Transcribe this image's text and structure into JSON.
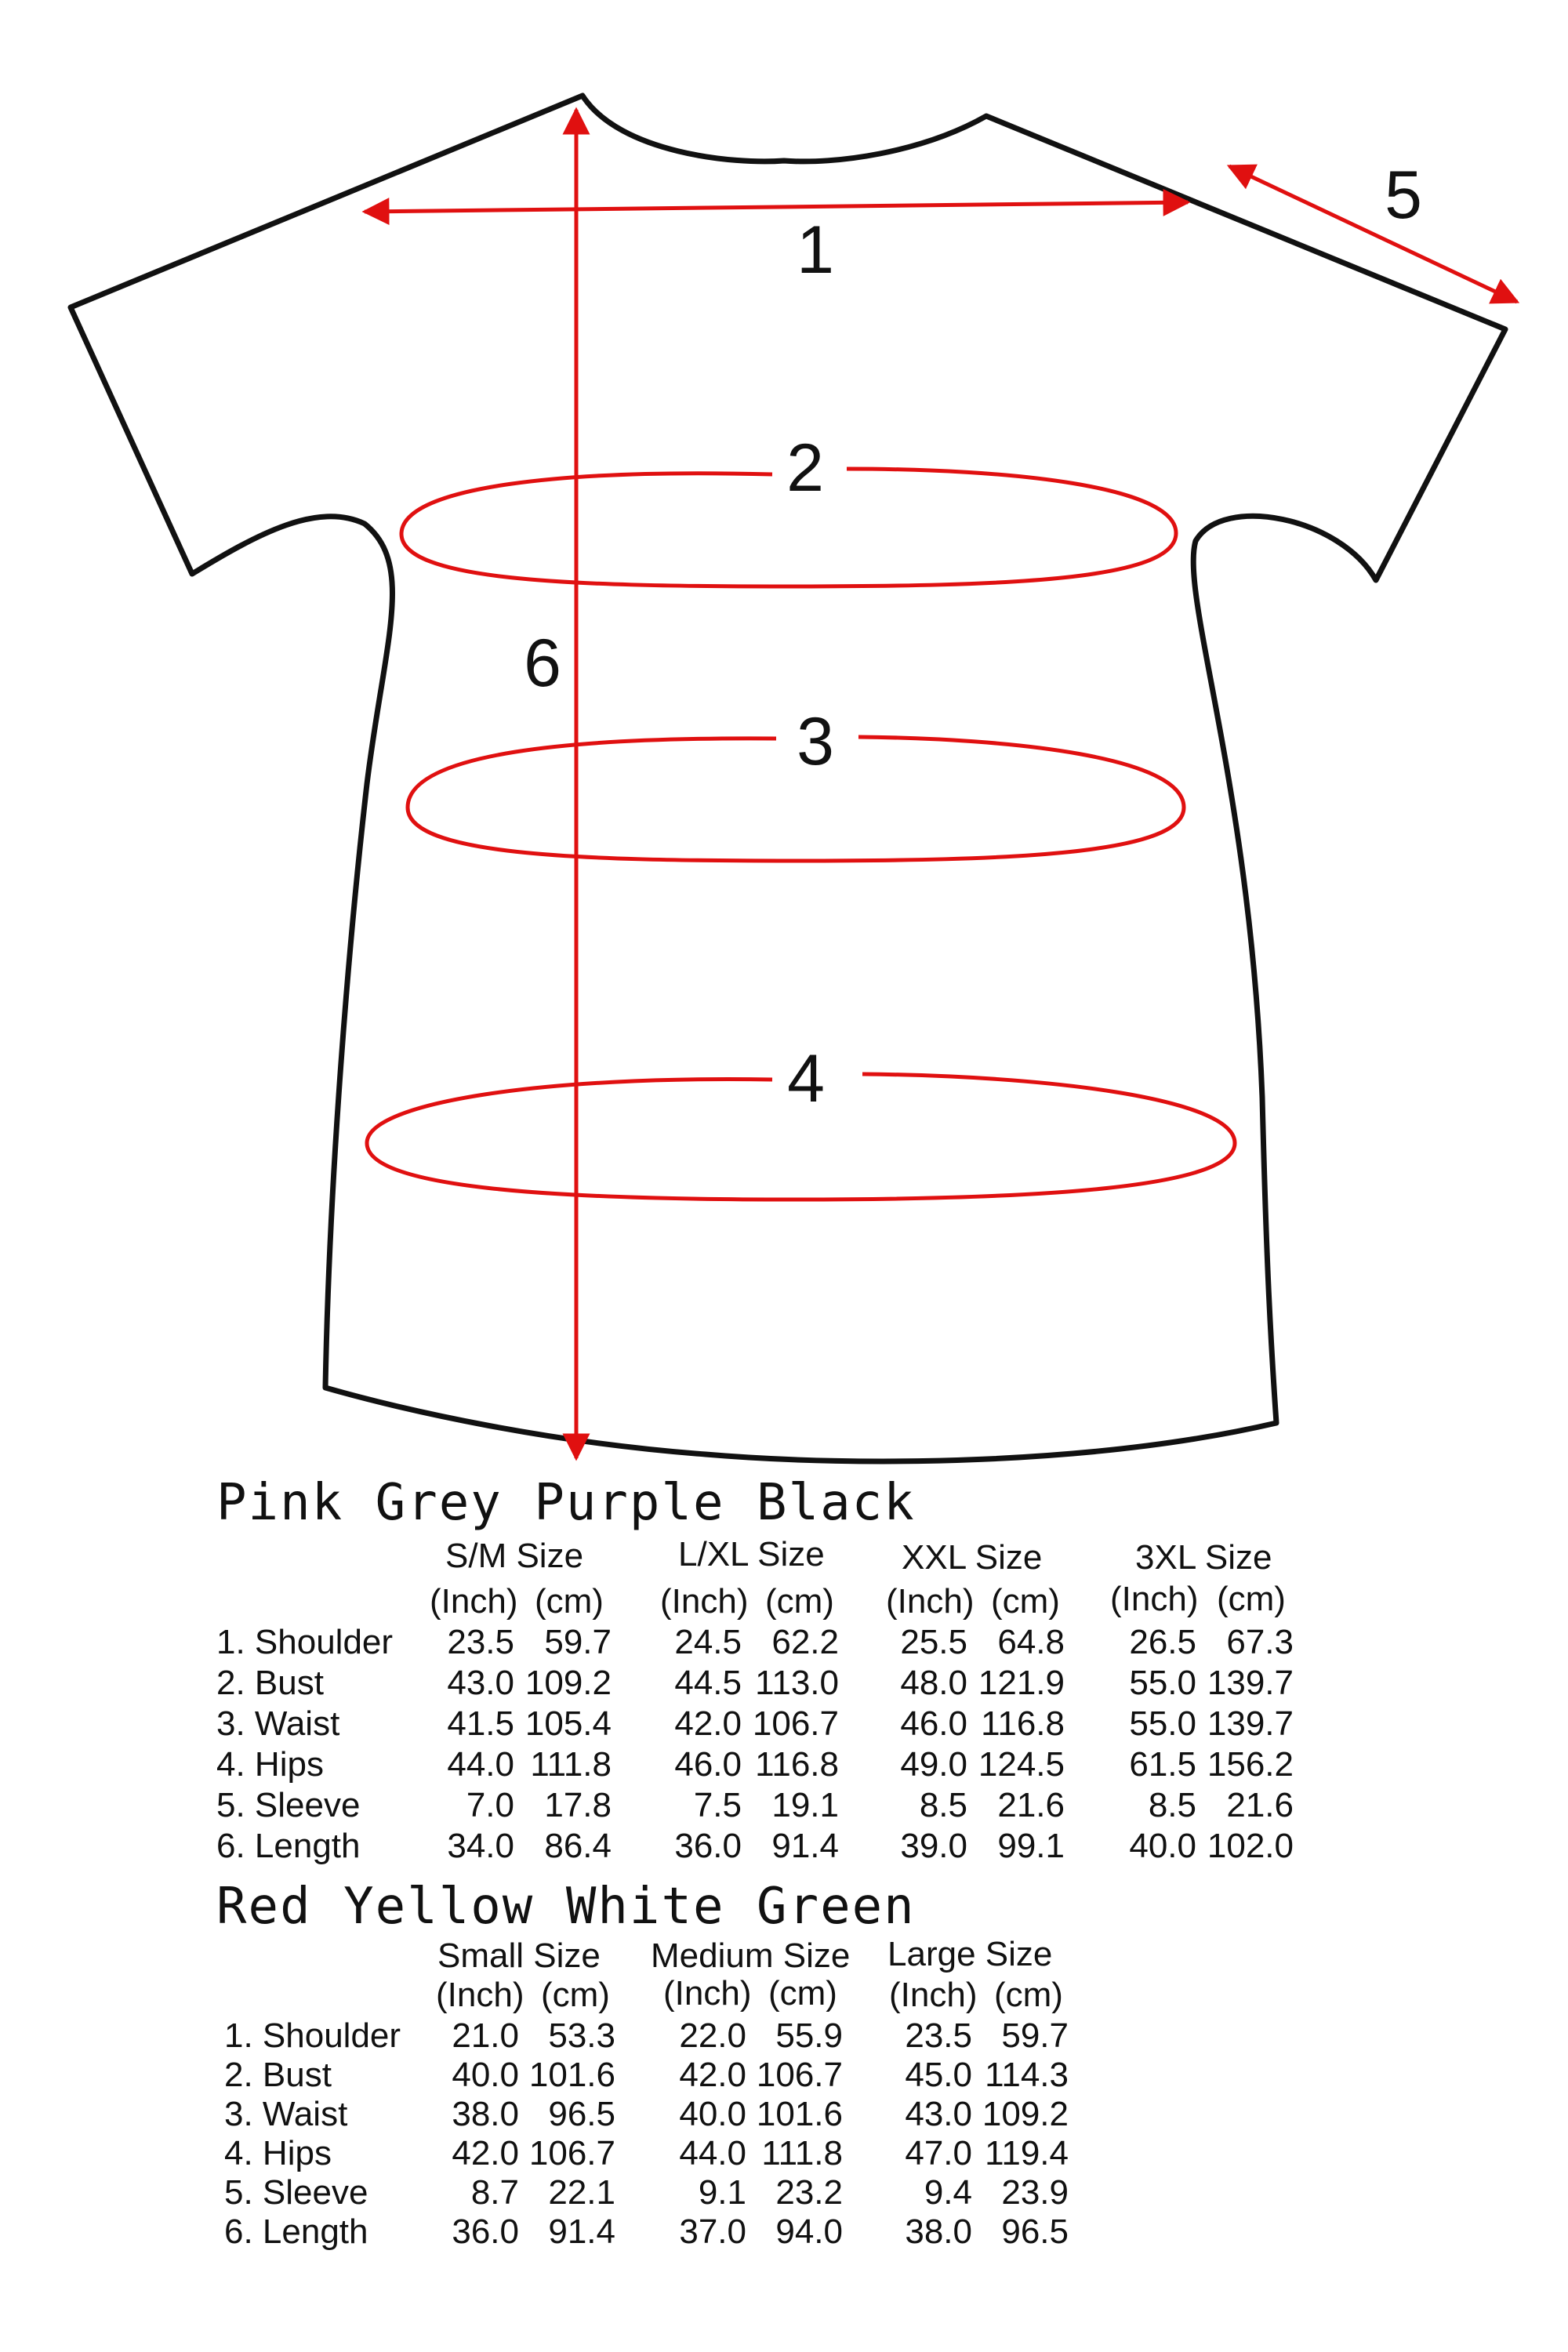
{
  "diagram": {
    "labels": [
      "1",
      "2",
      "3",
      "4",
      "5",
      "6"
    ],
    "colors": {
      "outline": "#111111",
      "measure": "#e01010"
    }
  },
  "groups": [
    {
      "title": "Pink Grey Purple Black",
      "sizes": [
        "S/M Size",
        "L/XL Size",
        "XXL Size",
        "3XL Size"
      ],
      "unit_inch": "(Inch)",
      "unit_cm": "(cm)",
      "rows": [
        {
          "label": "1. Shoulder",
          "values": [
            [
              "23.5",
              "59.7"
            ],
            [
              "24.5",
              "62.2"
            ],
            [
              "25.5",
              "64.8"
            ],
            [
              "26.5",
              "67.3"
            ]
          ]
        },
        {
          "label": "2. Bust",
          "values": [
            [
              "43.0",
              "109.2"
            ],
            [
              "44.5",
              "113.0"
            ],
            [
              "48.0",
              "121.9"
            ],
            [
              "55.0",
              "139.7"
            ]
          ]
        },
        {
          "label": "3. Waist",
          "values": [
            [
              "41.5",
              "105.4"
            ],
            [
              "42.0",
              "106.7"
            ],
            [
              "46.0",
              "116.8"
            ],
            [
              "55.0",
              "139.7"
            ]
          ]
        },
        {
          "label": "4. Hips",
          "values": [
            [
              "44.0",
              "111.8"
            ],
            [
              "46.0",
              "116.8"
            ],
            [
              "49.0",
              "124.5"
            ],
            [
              "61.5",
              "156.2"
            ]
          ]
        },
        {
          "label": "5. Sleeve",
          "values": [
            [
              "7.0",
              "17.8"
            ],
            [
              "7.5",
              "19.1"
            ],
            [
              "8.5",
              "21.6"
            ],
            [
              "8.5",
              "21.6"
            ]
          ]
        },
        {
          "label": "6. Length",
          "values": [
            [
              "34.0",
              "86.4"
            ],
            [
              "36.0",
              "91.4"
            ],
            [
              "39.0",
              "99.1"
            ],
            [
              "40.0",
              "102.0"
            ]
          ]
        }
      ]
    },
    {
      "title": "Red Yellow White Green",
      "sizes": [
        "Small Size",
        "Medium Size",
        "Large Size"
      ],
      "unit_inch": "(Inch)",
      "unit_cm": "(cm)",
      "rows": [
        {
          "label": "1. Shoulder",
          "values": [
            [
              "21.0",
              "53.3"
            ],
            [
              "22.0",
              "55.9"
            ],
            [
              "23.5",
              "59.7"
            ]
          ]
        },
        {
          "label": "2. Bust",
          "values": [
            [
              "40.0",
              "101.6"
            ],
            [
              "42.0",
              "106.7"
            ],
            [
              "45.0",
              "114.3"
            ]
          ]
        },
        {
          "label": "3. Waist",
          "values": [
            [
              "38.0",
              "96.5"
            ],
            [
              "40.0",
              "101.6"
            ],
            [
              "43.0",
              "109.2"
            ]
          ]
        },
        {
          "label": "4. Hips",
          "values": [
            [
              "42.0",
              "106.7"
            ],
            [
              "44.0",
              "111.8"
            ],
            [
              "47.0",
              "119.4"
            ]
          ]
        },
        {
          "label": "5. Sleeve",
          "values": [
            [
              "8.7",
              "22.1"
            ],
            [
              "9.1",
              "23.2"
            ],
            [
              "9.4",
              "23.9"
            ]
          ]
        },
        {
          "label": "6. Length",
          "values": [
            [
              "36.0",
              "91.4"
            ],
            [
              "37.0",
              "94.0"
            ],
            [
              "38.0",
              "96.5"
            ]
          ]
        }
      ]
    }
  ]
}
